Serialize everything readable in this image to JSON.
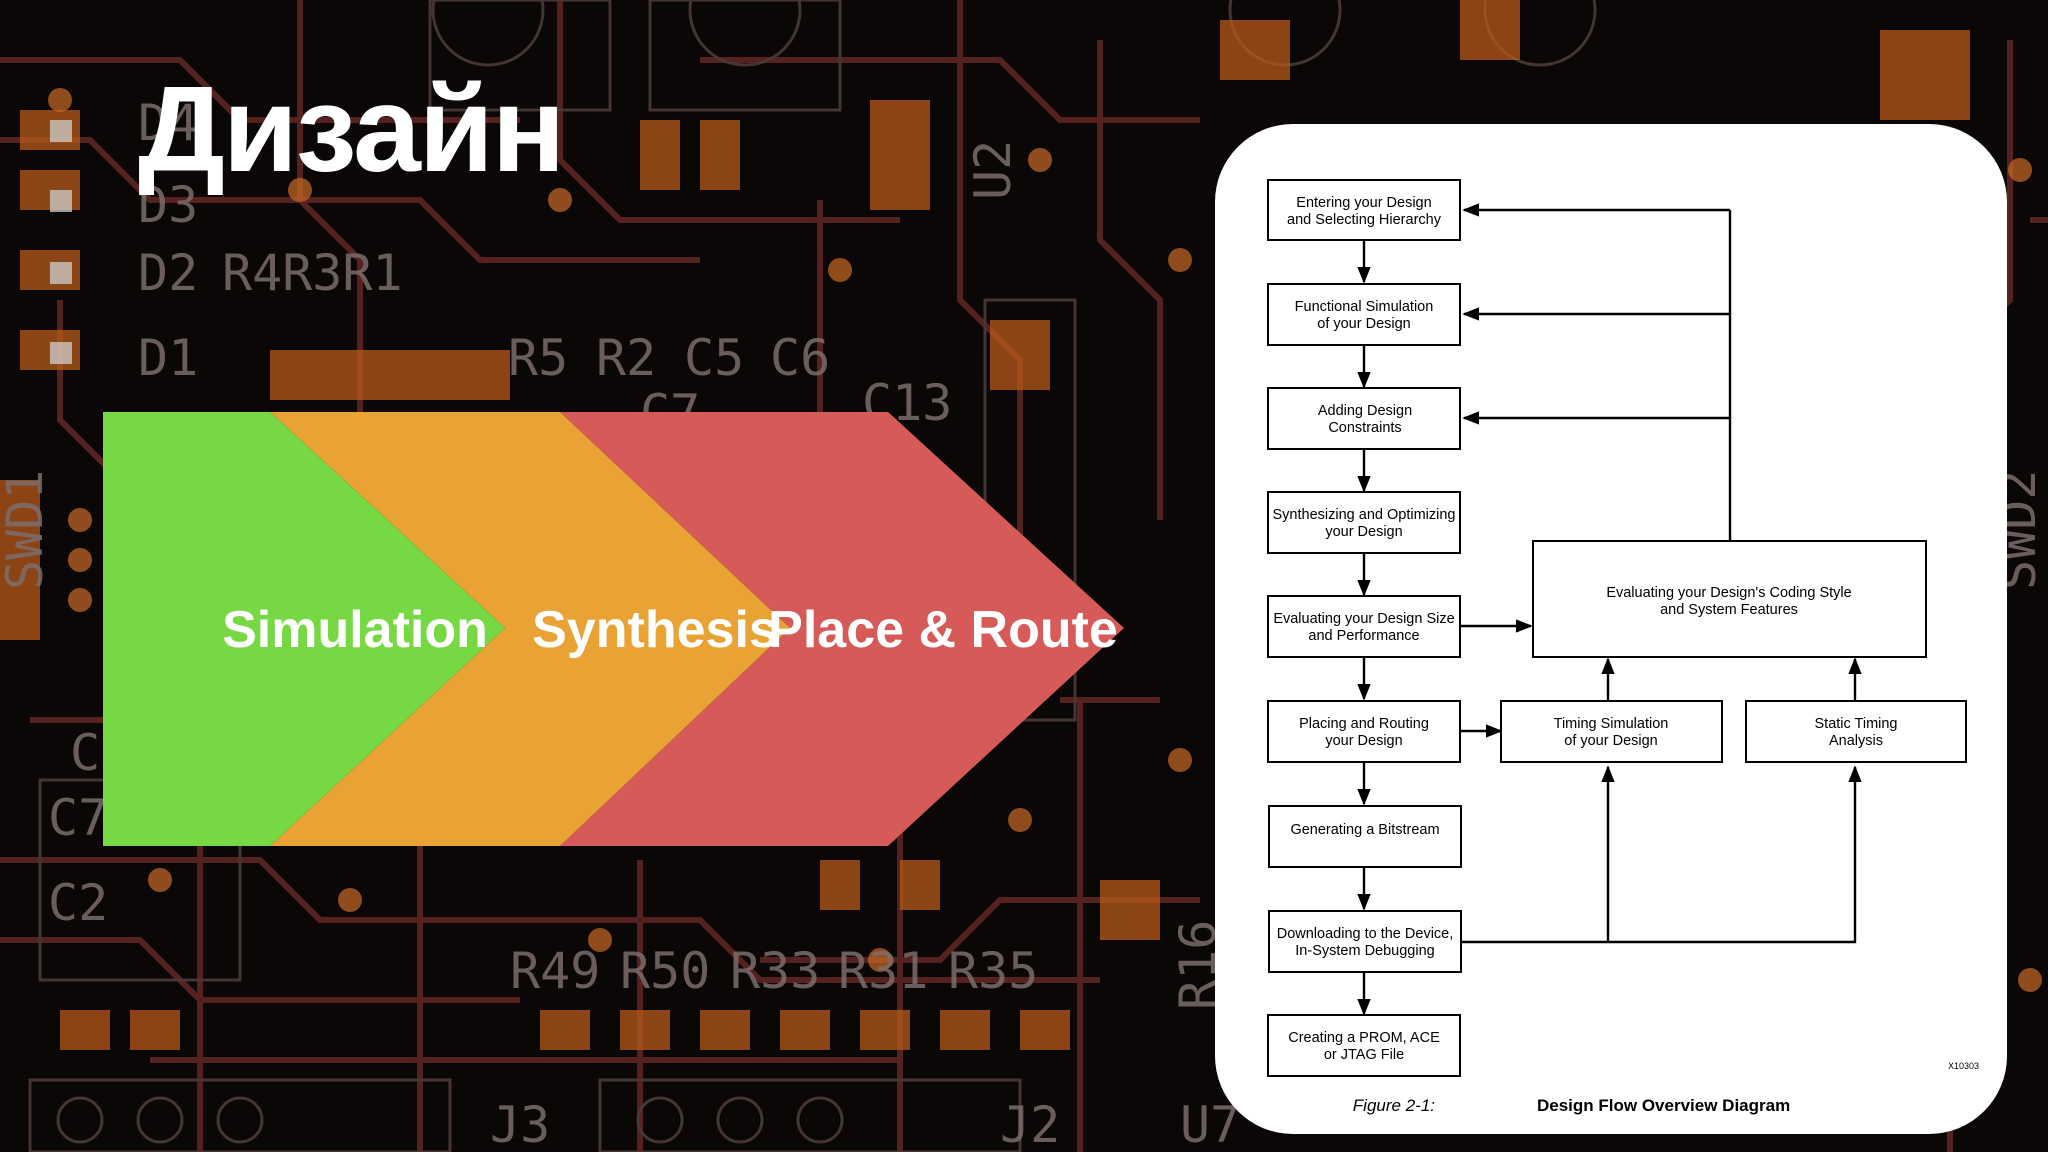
{
  "slide": {
    "title": "Дизайн"
  },
  "pcb_labels": [
    "D4",
    "D3",
    "D2",
    "R4R3R1",
    "D1",
    "R5",
    "R2",
    "C5",
    "C6",
    "C13",
    "C7",
    "U2",
    "SWD1",
    "SWD2",
    "C",
    "C7",
    "C2",
    "R49",
    "R50",
    "R33",
    "R31",
    "R35",
    "J3",
    "J2",
    "U7",
    "R16"
  ],
  "stages": [
    {
      "label": "Simulation",
      "color": "#76d944"
    },
    {
      "label": "Synthesis",
      "color": "#e8a334"
    },
    {
      "label": "Place & Route",
      "color": "#d65a57"
    }
  ],
  "colors": {
    "background": "#0b0706",
    "trace": "#5e2622",
    "pad": "#b85a1a"
  },
  "flow": {
    "main": [
      [
        "Entering your Design",
        "and Selecting Hierarchy"
      ],
      [
        "Functional Simulation",
        "of your Design"
      ],
      [
        "Adding Design",
        "Constraints"
      ],
      [
        "Synthesizing and Optimizing",
        "your Design"
      ],
      [
        "Evaluating your Design Size",
        "and Performance"
      ],
      [
        "Placing and Routing",
        "your Design"
      ],
      [
        "Generating a Bitstream"
      ],
      [
        "Downloading to the Device,",
        "In-System Debugging"
      ],
      [
        "Creating a PROM, ACE",
        "or JTAG File"
      ]
    ],
    "evaluating": [
      "Evaluating your Design's Coding Style",
      "and System Features"
    ],
    "timing_sim": [
      "Timing Simulation",
      "of your Design"
    ],
    "static_timing": [
      "Static Timing",
      "Analysis"
    ],
    "code": "X10303",
    "caption_fig": "Figure 2-1:",
    "caption_title": "Design Flow Overview Diagram"
  }
}
